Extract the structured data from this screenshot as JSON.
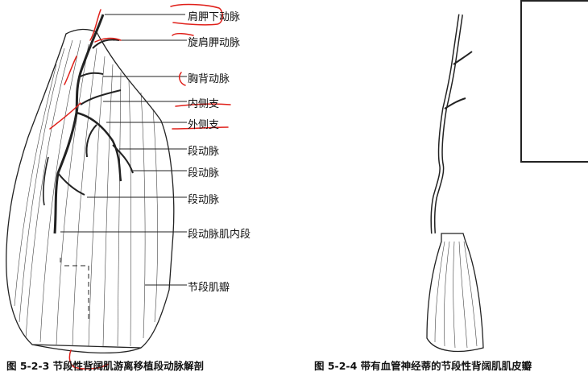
{
  "figure_left": {
    "labels": [
      "肩胛下动脉",
      "旋肩胛动脉",
      "胸背动脉",
      "内侧支",
      "外侧支",
      "段动脉",
      "段动脉",
      "段动脉",
      "段动脉肌内段",
      "节段肌瓣"
    ],
    "caption": "图 5-2-3  节段性背阔肌游离移植段动脉解剖"
  },
  "figure_right": {
    "caption": "图 5-2-4   带有血管神经蒂的节段性背阔肌肌皮瓣"
  },
  "colors": {
    "ink": "#111111",
    "annotation": "#e0201a"
  }
}
